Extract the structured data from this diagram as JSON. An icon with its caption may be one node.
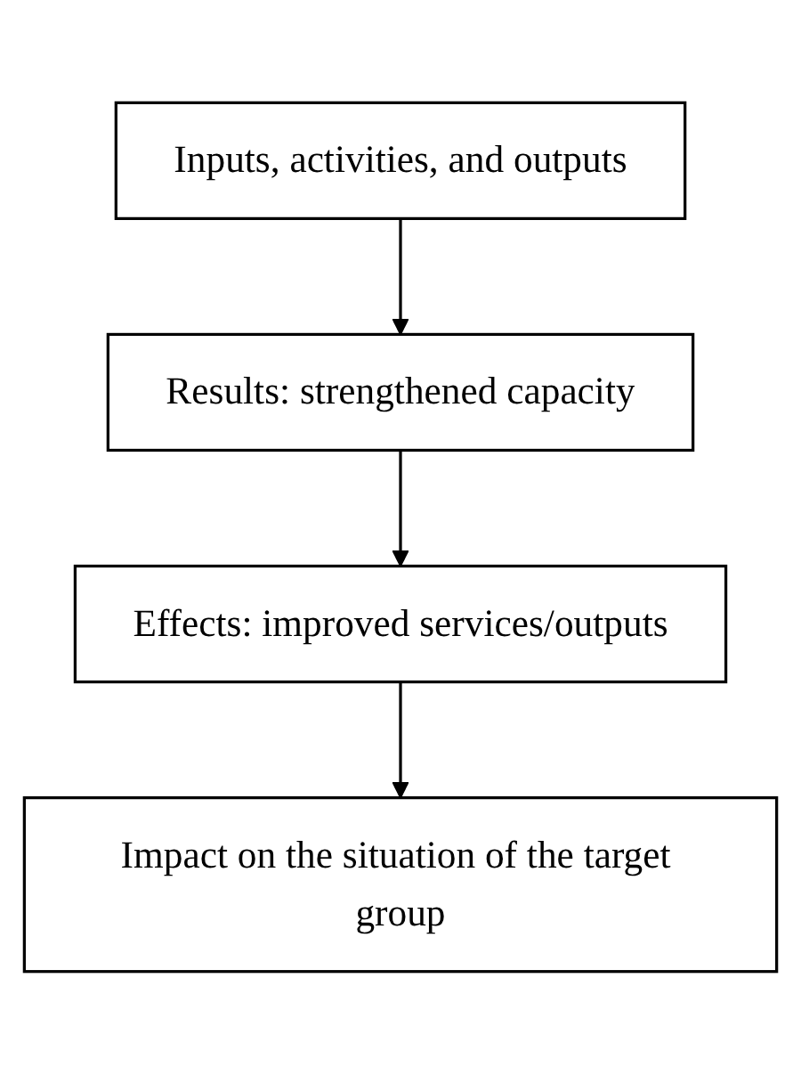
{
  "diagram": {
    "nodes": [
      {
        "text": [
          "Inputs, activities, and outputs"
        ]
      },
      {
        "text": [
          "Results: strengthened capacity"
        ]
      },
      {
        "text": [
          "Effects: improved services/outputs"
        ]
      },
      {
        "text": [
          "Impact on the situation of the target group"
        ]
      }
    ],
    "edges": [
      {
        "from": 0,
        "to": 1,
        "arrow": "to"
      },
      {
        "from": 1,
        "to": 2,
        "arrow": "to"
      },
      {
        "from": 2,
        "to": 3,
        "arrow": "to"
      }
    ]
  }
}
